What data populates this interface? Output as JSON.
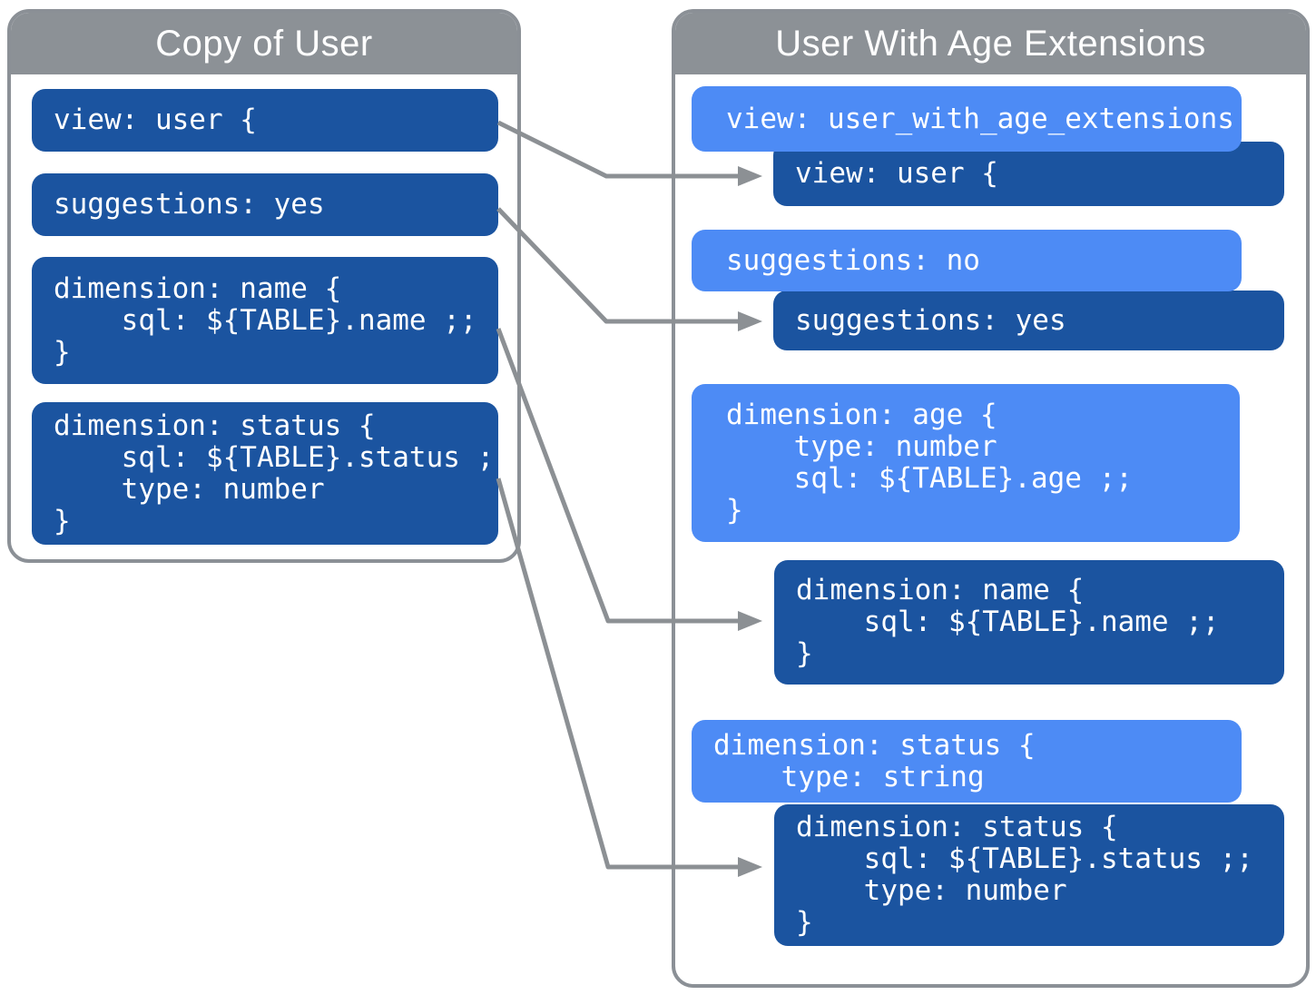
{
  "left_panel": {
    "title": "Copy of User",
    "blocks": [
      {
        "id": "view-user",
        "style": "dark",
        "lines": [
          "view: user {"
        ]
      },
      {
        "id": "suggestions-yes",
        "style": "dark",
        "lines": [
          "suggestions: yes"
        ]
      },
      {
        "id": "dimension-name",
        "style": "dark",
        "lines": [
          "dimension: name {",
          "    sql: ${TABLE}.name ;;",
          "}"
        ]
      },
      {
        "id": "dimension-status",
        "style": "dark",
        "lines": [
          "dimension: status {",
          "    sql: ${TABLE}.status ;;",
          "    type: number",
          "}"
        ]
      }
    ]
  },
  "right_panel": {
    "title": "User With Age Extensions",
    "blocks": [
      {
        "id": "view-user-with-age-extensions",
        "style": "light",
        "lines": [
          "view: user_with_age_extensions {"
        ]
      },
      {
        "id": "view-user-inherited",
        "style": "dark",
        "lines": [
          "view: user {"
        ]
      },
      {
        "id": "suggestions-no",
        "style": "light",
        "lines": [
          "suggestions: no"
        ]
      },
      {
        "id": "suggestions-yes-inherited",
        "style": "dark",
        "lines": [
          "suggestions: yes"
        ]
      },
      {
        "id": "dimension-age",
        "style": "light",
        "lines": [
          "dimension: age {",
          "    type: number",
          "    sql: ${TABLE}.age ;;",
          "}"
        ]
      },
      {
        "id": "dimension-name-inherited",
        "style": "dark",
        "lines": [
          "dimension: name {",
          "    sql: ${TABLE}.name ;;",
          "}"
        ]
      },
      {
        "id": "dimension-status-override",
        "style": "light",
        "lines": [
          "dimension: status {",
          "    type: string"
        ]
      },
      {
        "id": "dimension-status-inherited",
        "style": "dark",
        "lines": [
          "dimension: status {",
          "    sql: ${TABLE}.status ;;",
          "    type: number",
          "}"
        ]
      }
    ]
  },
  "connectors": [
    {
      "from": "view: user { (Copy of User)",
      "to": "view: user { (inherited)"
    },
    {
      "from": "suggestions: yes (Copy of User)",
      "to": "suggestions: yes (inherited)"
    },
    {
      "from": "dimension: name (Copy of User)",
      "to": "dimension: name (inherited)"
    },
    {
      "from": "dimension: status (Copy of User)",
      "to": "dimension: status (inherited)"
    }
  ],
  "colors": {
    "dark_blue": "#1B54A0",
    "light_blue": "#4D8BF5",
    "header_gray": "#8C9196",
    "border_gray": "#8B9096",
    "arrow_gray": "#8C9094",
    "text_white": "#FFFFFF"
  }
}
